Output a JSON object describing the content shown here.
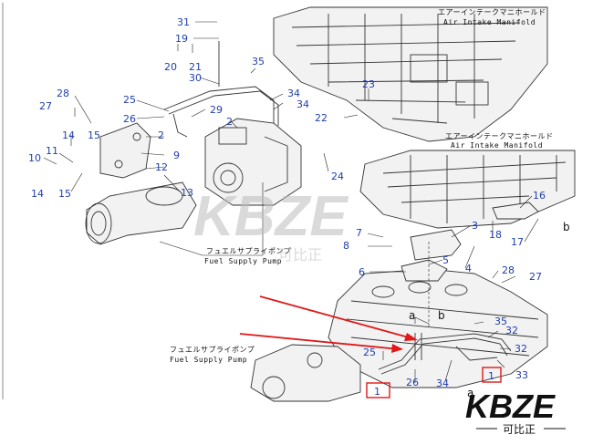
{
  "captions": {
    "manifold_top_jp": "エアーインテークマニホールド",
    "manifold_top_en": "Air Intake Manifold",
    "manifold_mid_jp": "エアーインテークマニホールド",
    "manifold_mid_en": "Air Intake Manifold",
    "pump_top_jp": "フュエルサプライポンプ",
    "pump_top_en": "Fuel Supply Pump",
    "pump_bottom_jp": "フュエルサプライポンプ",
    "pump_bottom_en": "Fuel Supply Pump"
  },
  "callouts": {
    "c31": "31",
    "c19": "19",
    "c20": "20",
    "c21": "21",
    "c30": "30",
    "c35a": "35",
    "c28a": "28",
    "c27a": "27",
    "c25a": "25",
    "c26a": "26",
    "c29": "29",
    "c2a": "2",
    "c34a": "34",
    "c34b": "34",
    "c23": "23",
    "c22": "22",
    "c2b": "2",
    "c14a": "14",
    "c15a": "15",
    "c11": "11",
    "c10": "10",
    "c9": "9",
    "c12": "12",
    "c13": "13",
    "c14b": "14",
    "c15b": "15",
    "c24": "24",
    "c16": "16",
    "c3": "3",
    "c7": "7",
    "c8": "8",
    "c18": "18",
    "c17": "17",
    "c5": "5",
    "c4": "4",
    "c6": "6",
    "c28b": "28",
    "c27b": "27",
    "c35b": "35",
    "c32a": "32",
    "c32b": "32",
    "c25b": "25",
    "c26b": "26",
    "c34c": "34",
    "c33": "33"
  },
  "ref_labels": {
    "box_left": "1",
    "box_right": "1"
  },
  "letters": {
    "a_top": "a",
    "a_bottom": "a",
    "b_left": "b",
    "b_right": "b"
  },
  "watermark": {
    "center_text": "KBZE",
    "center_sub": "可比正",
    "corner_text": "KBZE",
    "corner_sub": "可比正"
  },
  "colors": {
    "callout": "#1f3fae",
    "highlight": "#e01818",
    "watermark": "#bdbdbd"
  }
}
